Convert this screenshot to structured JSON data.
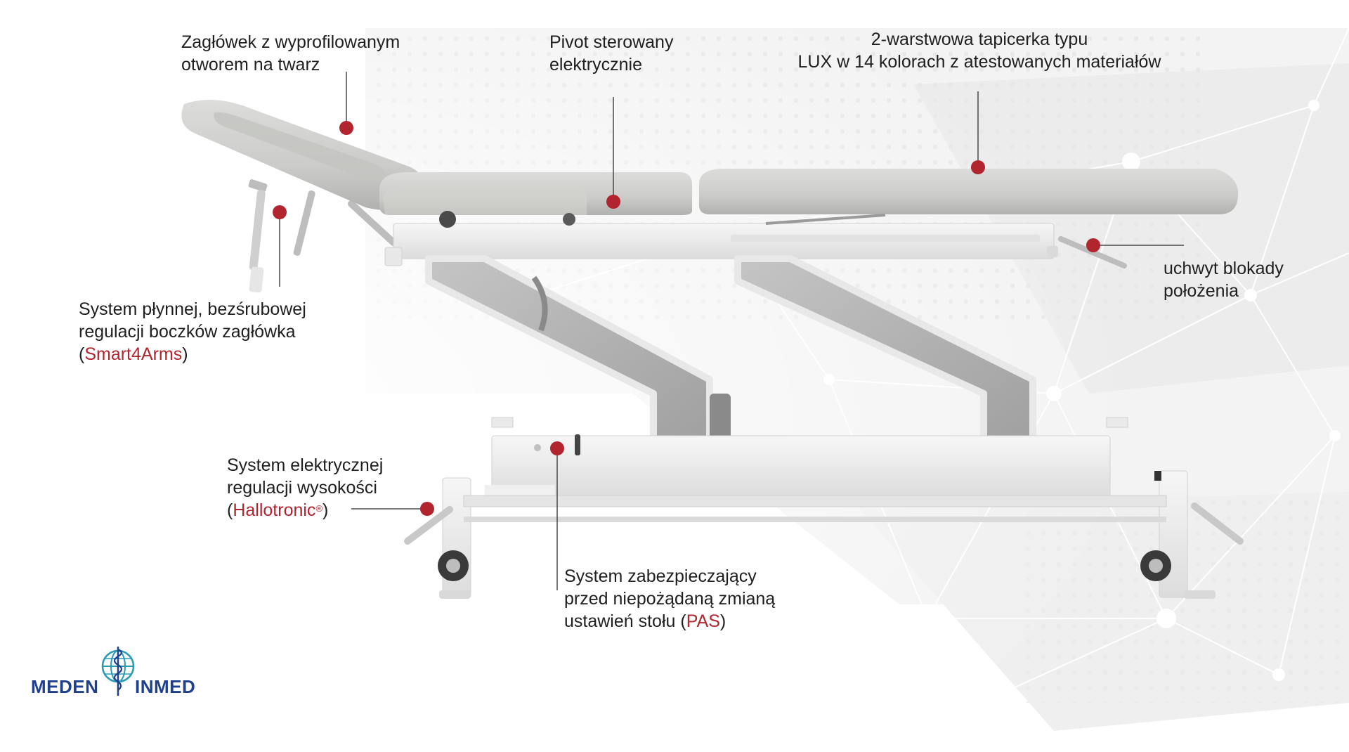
{
  "labels": {
    "headrest": [
      "Zagłówek z wyprofilowanym",
      "otworem na twarz"
    ],
    "pivot": [
      "Pivot sterowany",
      "elektrycznie"
    ],
    "upholstery": [
      "2-warstwowa tapicerka typu",
      "LUX w 14 kolorach z atestowanych materiałów"
    ],
    "lock_handle": [
      "uchwyt blokady",
      "położenia"
    ],
    "smart4arms": {
      "line1": "System płynnej, bezśrubowej",
      "line2": "regulacji boczków zagłówka",
      "open": "(",
      "brand": "Smart4Arms",
      "close": ")"
    },
    "hallotronic": {
      "line1": "System elektrycznej",
      "line2": "regulacji wysokości",
      "open": "(",
      "brand": "Hallotronic",
      "reg": "®",
      "close": ")"
    },
    "pas": {
      "line1": "System zabezpieczający",
      "line2": "przed niepożądaną zmianą",
      "prefix": "ustawień stołu (",
      "brand": "PAS",
      "close": ")"
    }
  },
  "logo": {
    "left": "MEDEN",
    "right": "INMED",
    "color": "#1f3f8f",
    "icon": "globe-caduceus-icon"
  },
  "colors": {
    "marker": "#b0252e",
    "upholstery": "#cfd0cd",
    "frame": "#eeeeee"
  }
}
